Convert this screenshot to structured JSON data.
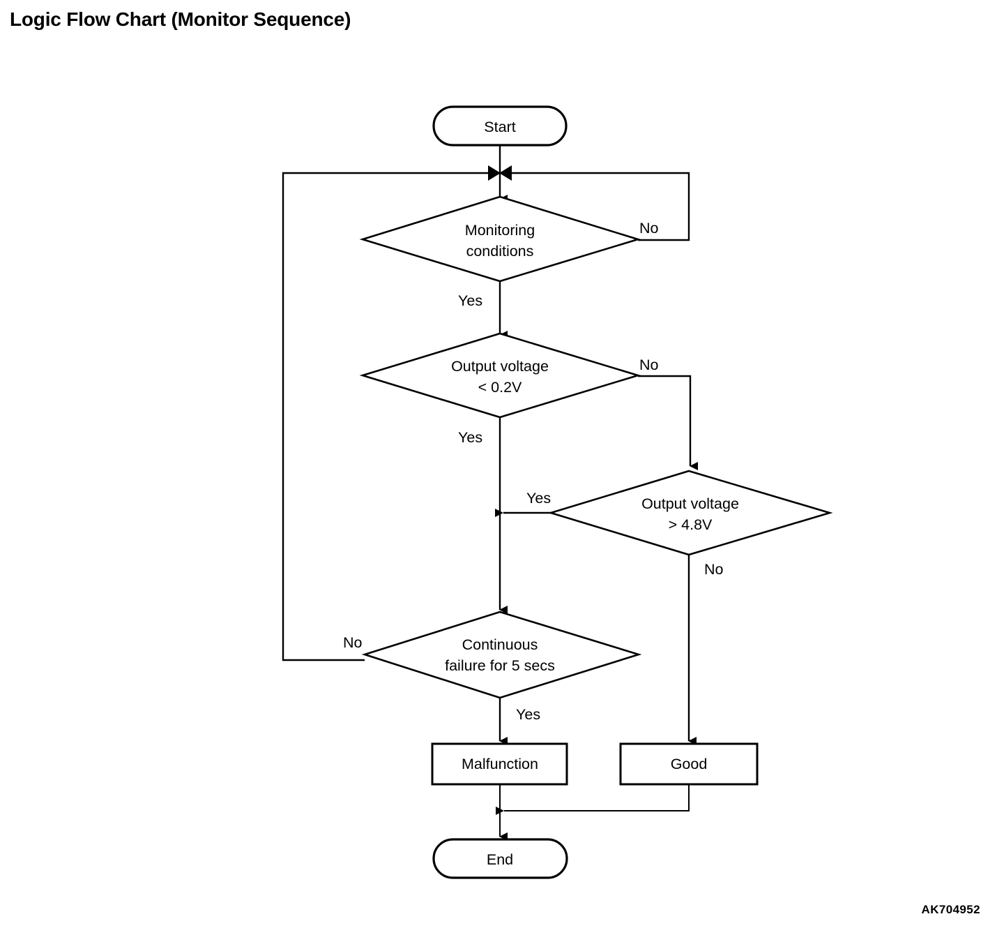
{
  "title": "Logic Flow Chart (Monitor Sequence)",
  "figure_code": "AK704952",
  "chart_data": {
    "type": "diagram",
    "diagram_kind": "flowchart",
    "title": "Logic Flow Chart (Monitor Sequence)",
    "orientation": "top-to-bottom",
    "nodes": [
      {
        "id": "start",
        "shape": "terminator",
        "label": "Start"
      },
      {
        "id": "monitoring",
        "shape": "decision",
        "label": "Monitoring conditions",
        "line1": "Monitoring",
        "line2": "conditions"
      },
      {
        "id": "volt_low",
        "shape": "decision",
        "label": "Output voltage < 0.2V",
        "line1": "Output voltage",
        "line2": "< 0.2V"
      },
      {
        "id": "volt_high",
        "shape": "decision",
        "label": "Output voltage > 4.8V",
        "line1": "Output voltage",
        "line2": "> 4.8V"
      },
      {
        "id": "continuous",
        "shape": "decision",
        "label": "Continuous failure for 5 secs",
        "line1": "Continuous",
        "line2": "failure for 5 secs"
      },
      {
        "id": "malfunction",
        "shape": "process",
        "label": "Malfunction"
      },
      {
        "id": "good",
        "shape": "process",
        "label": "Good"
      },
      {
        "id": "end",
        "shape": "terminator",
        "label": "End"
      }
    ],
    "edges": [
      {
        "from": "start",
        "to": "monitoring",
        "label": ""
      },
      {
        "from": "monitoring",
        "to": "merge_top",
        "label": "No"
      },
      {
        "from": "monitoring",
        "to": "volt_low",
        "label": "Yes"
      },
      {
        "from": "volt_low",
        "to": "volt_high",
        "label": "No"
      },
      {
        "from": "volt_low",
        "to": "continuous",
        "label": "Yes"
      },
      {
        "from": "volt_high",
        "to": "continuous",
        "label": "Yes"
      },
      {
        "from": "volt_high",
        "to": "good",
        "label": "No"
      },
      {
        "from": "continuous",
        "to": "merge_top",
        "label": "No"
      },
      {
        "from": "continuous",
        "to": "malfunction",
        "label": "Yes"
      },
      {
        "from": "malfunction",
        "to": "end",
        "label": ""
      },
      {
        "from": "good",
        "to": "end",
        "label": ""
      }
    ],
    "colors": {
      "stroke": "#000000",
      "fill": "#ffffff",
      "text": "#000000"
    }
  },
  "nodes": {
    "start": {
      "label": "Start"
    },
    "monitoring": {
      "line1": "Monitoring",
      "line2": "conditions"
    },
    "volt_low": {
      "line1": "Output voltage",
      "line2": "< 0.2V"
    },
    "volt_high": {
      "line1": "Output voltage",
      "line2": "> 4.8V"
    },
    "continuous": {
      "line1": "Continuous",
      "line2": "failure for 5 secs"
    },
    "malfunction": {
      "label": "Malfunction"
    },
    "good": {
      "label": "Good"
    },
    "end": {
      "label": "End"
    }
  },
  "branch_labels": {
    "monitoring_no": "No",
    "monitoring_yes": "Yes",
    "volt_low_no": "No",
    "volt_low_yes": "Yes",
    "volt_high_yes": "Yes",
    "volt_high_no": "No",
    "continuous_no": "No",
    "continuous_yes": "Yes"
  }
}
